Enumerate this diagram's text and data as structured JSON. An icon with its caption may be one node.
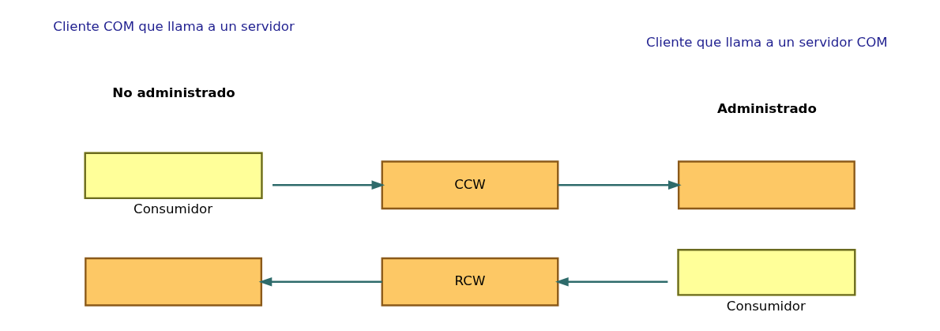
{
  "diagram": {
    "nodes": [
      {
        "text": [],
        "shape": "box"
      },
      {
        "text": [
          "RCW"
        ]
      },
      {
        "text": [],
        "shape": "box",
        "beside": [
          "Consumidor"
        ]
      },
      {
        "text": [
          "CCW"
        ]
      },
      {
        "text": [],
        "shape": "box",
        "beside": [
          "Consumidor"
        ]
      },
      {
        "text": [],
        "shape": "box"
      }
    ],
    "edges": [
      {
        "from": 1,
        "to": 0,
        "arrow": "to"
      },
      {
        "from": 2,
        "to": 1,
        "arrow": "to"
      },
      {
        "from": 4,
        "to": 3,
        "arrow": "to"
      },
      {
        "from": 3,
        "to": 5,
        "arrow": "to"
      }
    ],
    "labels": [
      "No administrado",
      "Administrado",
      "Cliente que llama a un servidor COM",
      "Cliente COM que llama a un servidor"
    ]
  }
}
